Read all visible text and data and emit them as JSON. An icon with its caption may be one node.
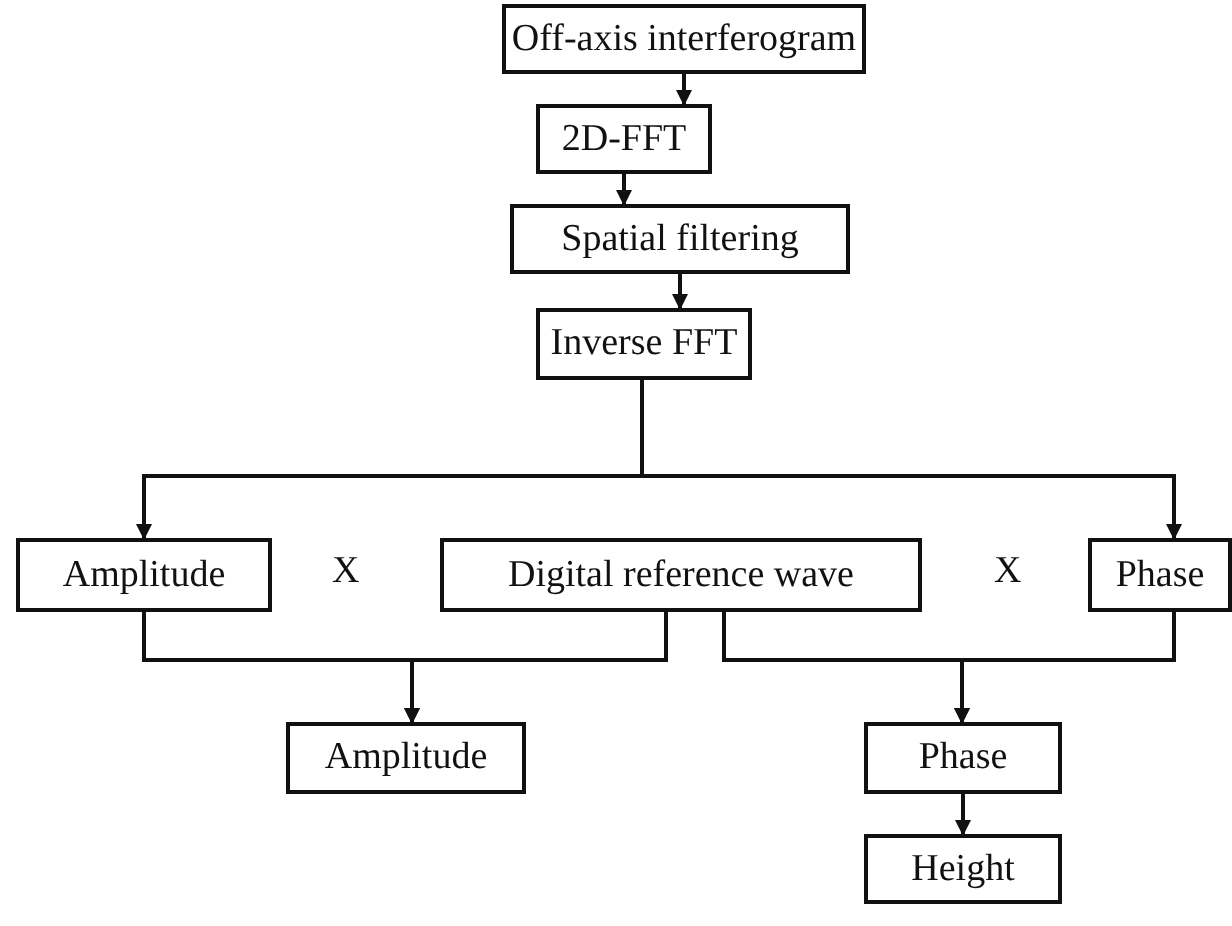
{
  "diagram": {
    "nodes": [
      {
        "text": [
          "Off-axis interferogram"
        ]
      },
      {
        "text": [
          "2D-FFT"
        ]
      },
      {
        "text": [
          "Spatial filtering"
        ]
      },
      {
        "text": [
          "Inverse FFT"
        ]
      },
      {
        "text": [
          "Amplitude"
        ]
      },
      {
        "text": [
          "Digital reference wave"
        ]
      },
      {
        "text": [
          "Phase"
        ]
      },
      {
        "text": [
          "Amplitude"
        ]
      },
      {
        "text": [
          "Phase"
        ]
      },
      {
        "text": [
          "Height"
        ]
      }
    ],
    "edges": [
      {
        "from": 0,
        "to": 1,
        "arrow": "to"
      },
      {
        "from": 1,
        "to": 2,
        "arrow": "to"
      },
      {
        "from": 2,
        "to": 3,
        "arrow": "to"
      },
      {
        "from": 3,
        "to": 4,
        "arrow": "to"
      },
      {
        "from": 3,
        "to": 6,
        "arrow": "to"
      },
      {
        "from": 4,
        "to": 7,
        "arrow": "to"
      },
      {
        "from": 5,
        "to": 7,
        "arrow": "to"
      },
      {
        "from": 5,
        "to": 8,
        "arrow": "to"
      },
      {
        "from": 6,
        "to": 8,
        "arrow": "to"
      },
      {
        "from": 8,
        "to": 9,
        "arrow": "to"
      }
    ],
    "labels": [
      "X",
      "X"
    ]
  }
}
